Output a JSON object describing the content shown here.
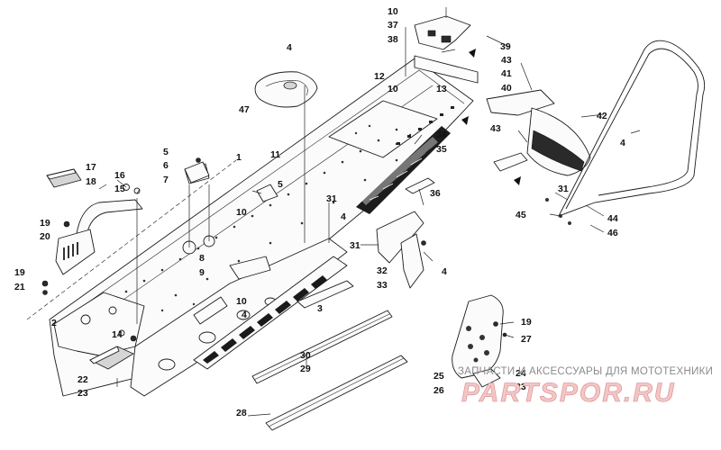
{
  "callouts": [
    "1",
    "2",
    "3",
    "4",
    "5",
    "6",
    "7",
    "8",
    "9",
    "10",
    "11",
    "12",
    "13",
    "14",
    "15",
    "16",
    "17",
    "18",
    "19",
    "20",
    "21",
    "22",
    "23",
    "24",
    "25",
    "26",
    "27",
    "28",
    "29",
    "30",
    "31",
    "32",
    "33",
    "34",
    "35",
    "36",
    "37",
    "38",
    "39",
    "40",
    "41",
    "42",
    "43",
    "44",
    "45",
    "46",
    "47"
  ],
  "watermark": {
    "caption": "ЗАПЧАСТИ И АКСЕССУАРЫ ДЛЯ МОТОТЕХНИКИ",
    "logo": "PARTSPOR.RU"
  }
}
